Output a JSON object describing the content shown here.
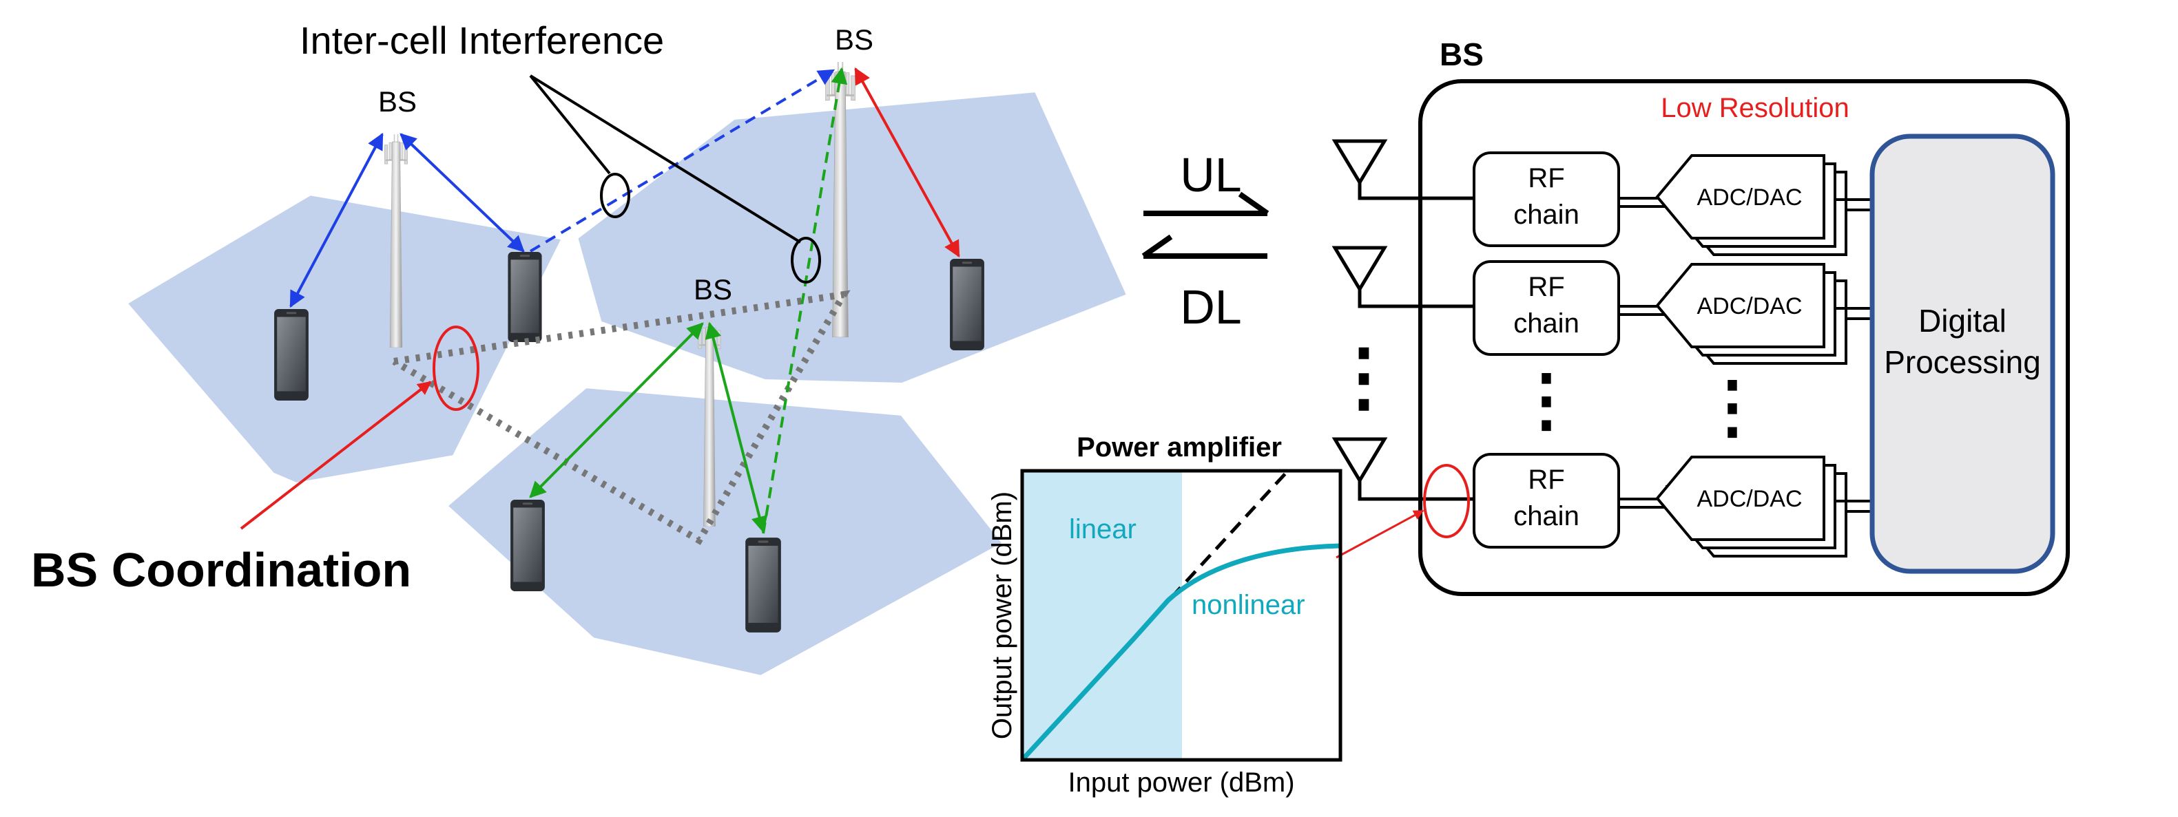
{
  "network": {
    "bs_label": "BS",
    "interference_label": "Inter-cell Interference",
    "coordination_label": "BS Coordination"
  },
  "link": {
    "ul_label": "UL",
    "dl_label": "DL"
  },
  "bs_block": {
    "title": "BS",
    "low_resolution_label": "Low Resolution",
    "rf_chain_line1": "RF",
    "rf_chain_line2": "chain",
    "adc_dac_label": "ADC/DAC",
    "digital_line1": "Digital",
    "digital_line2": "Processing",
    "ellipsis": "⋮"
  },
  "pa_plot": {
    "title": "Power amplifier",
    "xlabel": "Input power (dBm)",
    "ylabel": "Output power (dBm)",
    "linear_label": "linear",
    "nonlinear_label": "nonlinear"
  },
  "colors": {
    "cell": "#c3d2ec",
    "blue_link": "#1f3fe6",
    "green_link": "#1aa51a",
    "red_link": "#e61e1e",
    "coordination": "#777777",
    "linear_region": "#c8e8f6",
    "pa_curve": "#10a8bd",
    "processing_border": "#2f5597",
    "processing_fill": "#e8e8ea"
  }
}
